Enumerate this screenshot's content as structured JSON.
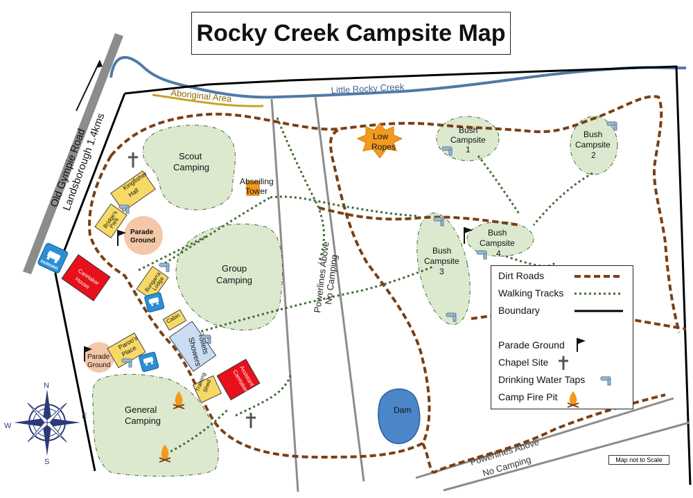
{
  "title": "Rocky Creek Campsite Map",
  "road": {
    "name": "Old Gympie Road",
    "direction": "Landsborough 1.4kms"
  },
  "creek": "Little Rocky Creek",
  "powerlines_label_1": "Powerlines Above",
  "powerlines_label_2": "No Camping",
  "scale_note": "Map not to Scale",
  "places": {
    "aboriginal_area": "Aboriginal Area",
    "low_ropes_1": "Low",
    "low_ropes_2": "Ropes",
    "scout_1": "Scout",
    "scout_2": "Camping",
    "abseiling_1": "Abseiling",
    "abseiling_2": "Tower",
    "group_1": "Group",
    "group_2": "Camping",
    "general_1": "General",
    "general_2": "Camping",
    "bush1_1": "Bush",
    "bush1_2": "Campsite",
    "bush1_3": "1",
    "bush2_1": "Bush",
    "bush2_2": "Campsite",
    "bush2_3": "2",
    "bush3_1": "Bush",
    "bush3_2": "Campsite",
    "bush3_3": "3",
    "bush4_1": "Bush",
    "bush4_2": "Campsite",
    "bush4_3": "4",
    "dam": "Dam",
    "parade_1": "Parade",
    "parade_2": "Ground",
    "kingfisher_1": "Kingfisher",
    "kingfisher_2": "Hall",
    "bridges_1": "Bridge's",
    "bridges_2": "Park",
    "bungarra_1": "Bungarra",
    "bungarra_2": "Lodge",
    "cabin": "Cabin",
    "caretaker_1": "Caretaker",
    "caretaker_2": "House",
    "paroo_1": "Paroo's",
    "paroo_2": "Place",
    "toilets_1": "Toilets",
    "toilets_2": "Showers",
    "assistant_1": "Assistant",
    "assistant_2": "Caretaker",
    "training_1": "Training",
    "training_2": "Shed",
    "parking": "PARKING"
  },
  "legend": {
    "dirt_roads": "Dirt Roads",
    "walking_tracks": "Walking Tracks",
    "boundary": "Boundary",
    "parade_ground": "Parade Ground",
    "chapel_site": "Chapel Site",
    "water_taps": "Drinking Water Taps",
    "fire_pit": "Camp Fire Pit"
  },
  "compass": {
    "n": "N",
    "s": "S",
    "e": "E",
    "w": "W"
  },
  "colors": {
    "dirt_road": "#7a3f14",
    "walking_track": "#3e6b32",
    "boundary": "#000000",
    "creek": "#4f7aa6",
    "campsite_fill": "#dce9cf",
    "building_yellow": "#f7d965",
    "building_red": "#e8101b",
    "building_blue": "#c9dcf2",
    "parade_fill": "#f4c7a8",
    "dam": "#4a86c8",
    "aboriginal": "#c9a227",
    "low_ropes": "#f39a1e",
    "compass": "#2c3a7a"
  }
}
